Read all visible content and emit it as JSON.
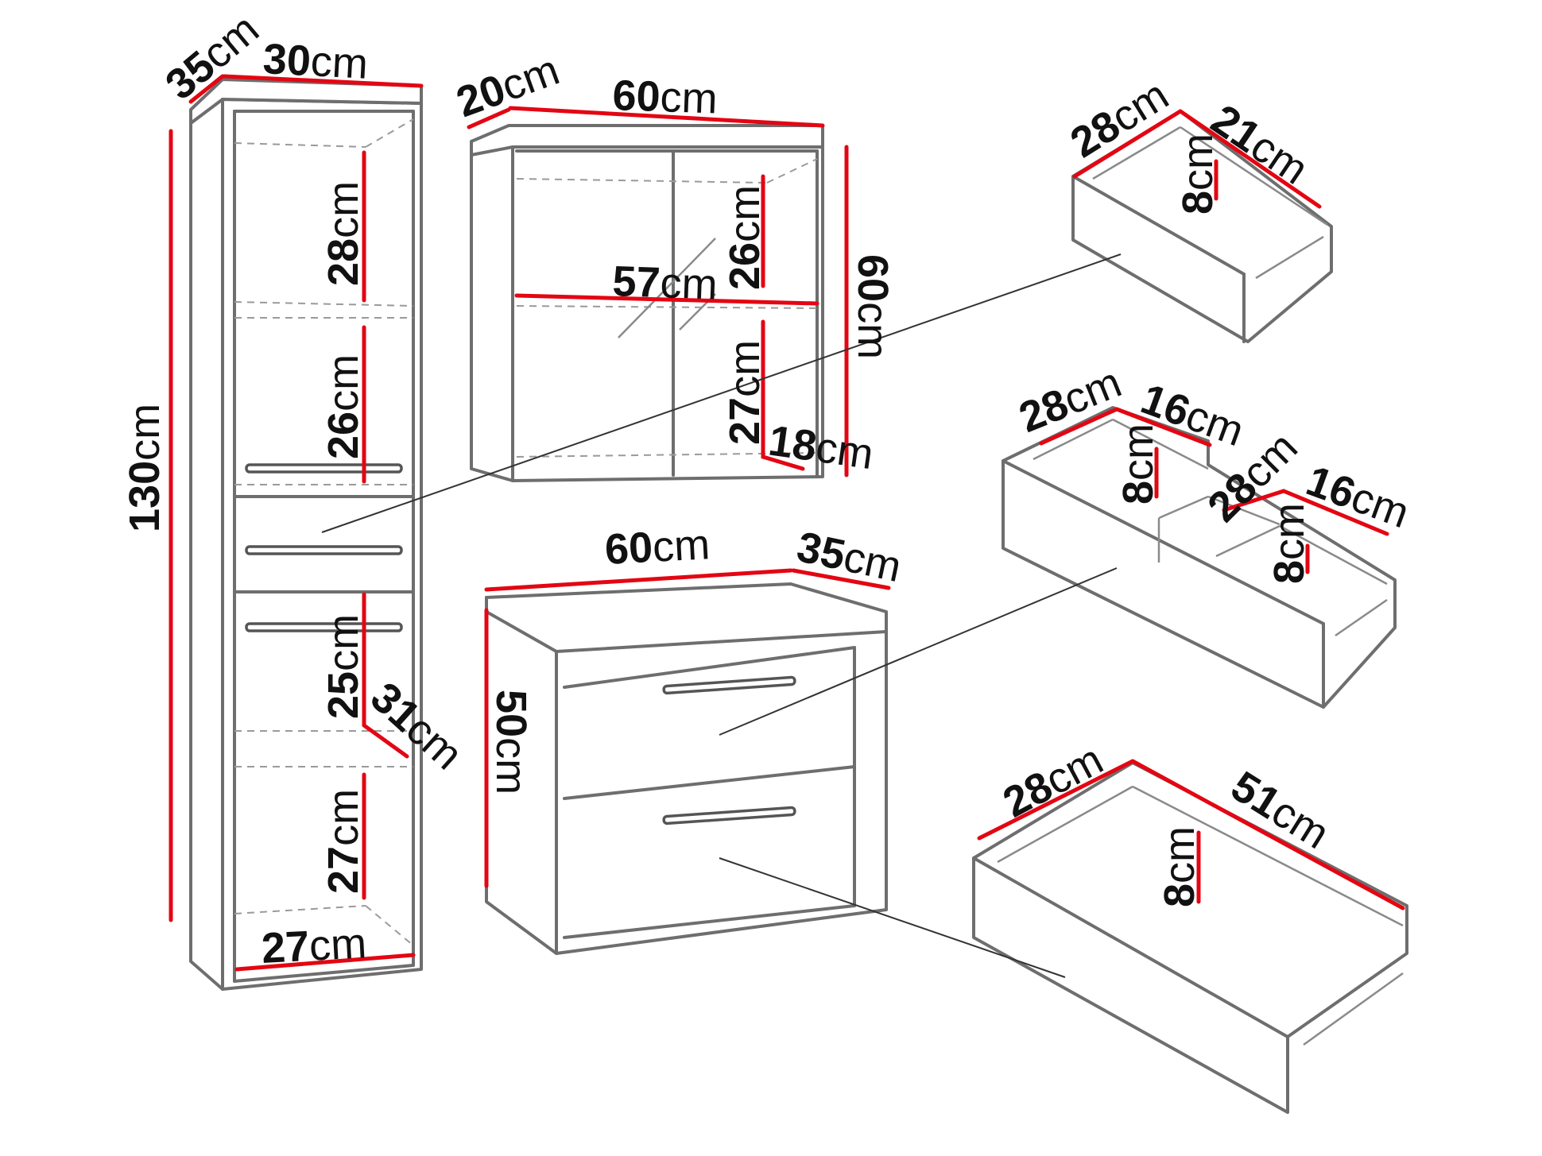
{
  "colors": {
    "dimension_line": "#e30613",
    "outline": "#6e6e6e",
    "text": "#111111"
  },
  "tall_cabinet": {
    "depth": "35",
    "width": "30",
    "height": "130",
    "shelf_1": "28",
    "shelf_2": "26",
    "shelf_3": "25",
    "diagonal": "31",
    "shelf_4": "27",
    "inner_width": "27"
  },
  "wall_cabinet": {
    "depth": "20",
    "width": "60",
    "height": "60",
    "inner_width": "57",
    "upper_height": "26",
    "lower_height": "27",
    "inner_depth": "18"
  },
  "vanity": {
    "width": "60",
    "depth": "35",
    "height": "50"
  },
  "drawer_small": {
    "width": "28",
    "depth": "21",
    "height": "8"
  },
  "drawer_split": {
    "left_width": "28",
    "left_depth": "16",
    "left_height": "8",
    "right_width": "28",
    "right_depth": "16",
    "right_height": "8"
  },
  "drawer_large": {
    "width": "28",
    "depth": "51",
    "height": "8"
  },
  "unit": "cm"
}
